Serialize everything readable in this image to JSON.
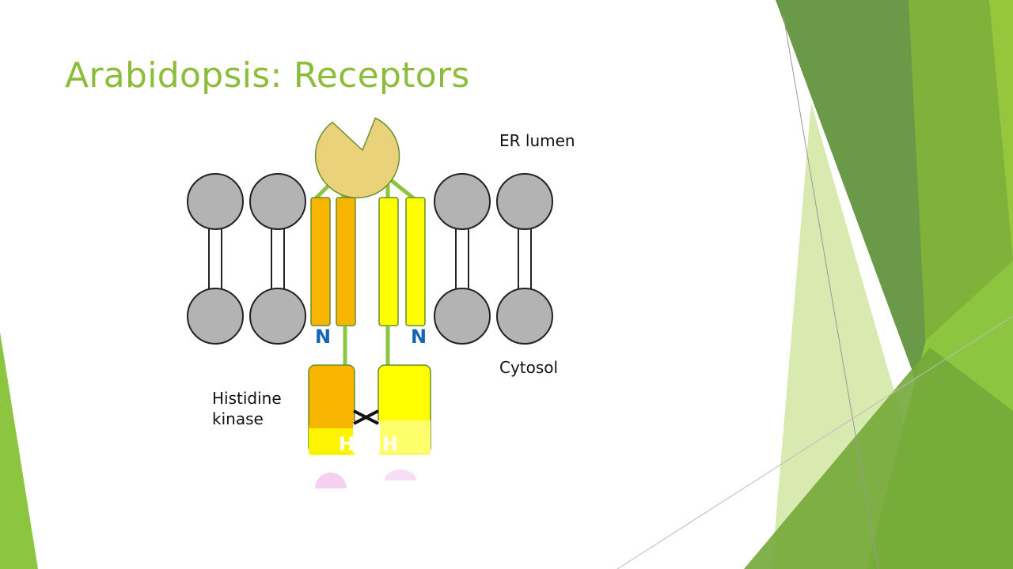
{
  "slide": {
    "title": "Arabidopsis: Receptors"
  },
  "diagram": {
    "labels": {
      "er_lumen": "ER lumen",
      "cytosol": "Cytosol",
      "histidine_kinase_line1": "Histidine",
      "histidine_kinase_line2": "kinase",
      "n_terminus": "N",
      "histidine": "H"
    },
    "colors": {
      "title": "#8bbd3a",
      "lipid_head": "#b3b3b3",
      "receptor_left": "#f7b500",
      "receptor_right": "#ffff00",
      "ligand": "#e9d27a",
      "linker": "#8cc540",
      "n_label": "#1565b4",
      "decor_green_dark": "#6a9a48",
      "decor_green_mid": "#80b13a",
      "decor_green_light": "#d5e8a9"
    }
  }
}
